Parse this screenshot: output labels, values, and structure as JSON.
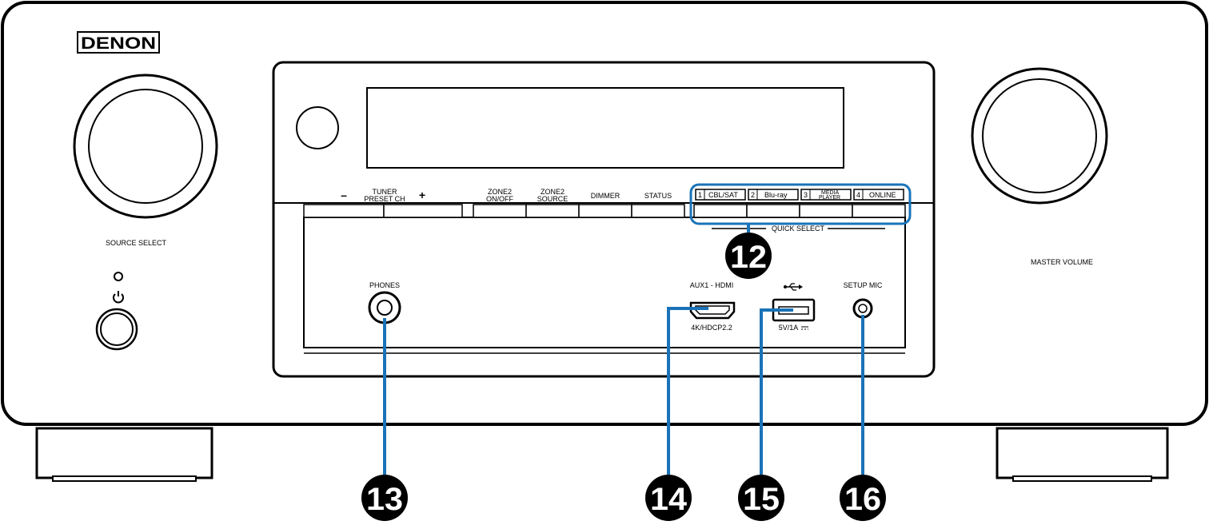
{
  "brand": "DENON",
  "knobs": {
    "source_select": "SOURCE SELECT",
    "master_volume": "MASTER VOLUME"
  },
  "buttons": {
    "minus": "–",
    "plus": "+",
    "tuner_1": "TUNER",
    "tuner_2": "PRESET CH",
    "zone2_onoff_1": "ZONE2",
    "zone2_onoff_2": "ON/OFF",
    "zone2_source_1": "ZONE2",
    "zone2_source_2": "SOURCE",
    "dimmer": "DIMMER",
    "status": "STATUS"
  },
  "quick_select": {
    "label": "QUICK SELECT",
    "items": [
      {
        "num": "1",
        "label": "CBL/SAT",
        "label2": ""
      },
      {
        "num": "2",
        "label": "Blu-ray",
        "label2": ""
      },
      {
        "num": "3",
        "label": "MEDIA",
        "label2": "PLAYER"
      },
      {
        "num": "4",
        "label": "ONLINE",
        "label2": ""
      }
    ]
  },
  "ports": {
    "phones": "PHONES",
    "aux_hdmi": "AUX1 - HDMI",
    "hdcp": "4K/HDCP2.2",
    "usb_power": "5V/1A",
    "setup_mic": "SETUP MIC"
  },
  "callouts": [
    "12",
    "13",
    "14",
    "15",
    "16"
  ],
  "colors": {
    "callout_line": "#1a73b8",
    "outline": "#000000",
    "badge": "#000000"
  }
}
